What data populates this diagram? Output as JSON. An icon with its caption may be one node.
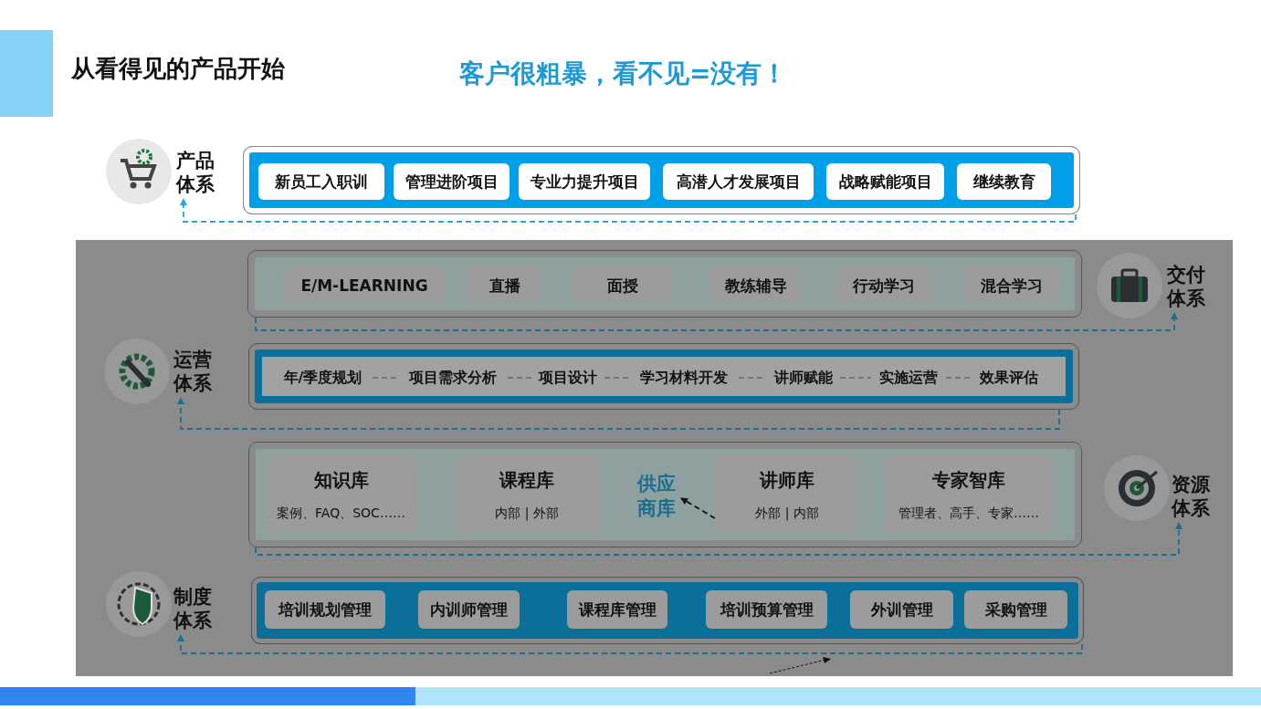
{
  "diagram": {
    "title": "从看得见的产品开始",
    "nodes": [
      {
        "text": [
          "产品体系"
        ]
      },
      {
        "text": [],
        "shape": "box"
      },
      {
        "text": [
          "新员工入职训"
        ],
        "in": 1
      },
      {
        "text": [
          "管理进阶项目"
        ],
        "in": 1
      },
      {
        "text": [
          "专业力提升项目"
        ],
        "in": 1
      },
      {
        "text": [
          "高潜人才发展项目"
        ],
        "in": 1
      },
      {
        "text": [
          "战略赋能项目"
        ],
        "in": 1
      },
      {
        "text": [
          "继续教育"
        ],
        "in": 1
      },
      {
        "text": [
          "交付体系"
        ]
      },
      {
        "text": [],
        "shape": "box"
      },
      {
        "text": [
          "E/M-LEARNING"
        ],
        "in": 9
      },
      {
        "text": [
          "直播"
        ],
        "in": 9
      },
      {
        "text": [
          "面授"
        ],
        "in": 9
      },
      {
        "text": [
          "教练辅导"
        ],
        "in": 9
      },
      {
        "text": [
          "行动学习"
        ],
        "in": 9
      },
      {
        "text": [
          "混合学习"
        ],
        "in": 9
      },
      {
        "text": [
          "运营体系"
        ]
      },
      {
        "text": [],
        "shape": "box"
      },
      {
        "text": [
          "年/季度规划"
        ],
        "in": 17
      },
      {
        "text": [
          "项目需求分析"
        ],
        "in": 17
      },
      {
        "text": [
          "项目设计"
        ],
        "in": 17
      },
      {
        "text": [
          "学习材料开发"
        ],
        "in": 17
      },
      {
        "text": [
          "讲师赋能"
        ],
        "in": 17
      },
      {
        "text": [
          "实施运营"
        ],
        "in": 17
      },
      {
        "text": [
          "效果评估"
        ],
        "in": 17
      },
      {
        "text": [
          "资源体系"
        ]
      },
      {
        "text": [],
        "shape": "box"
      },
      {
        "text": [
          "知识库",
          "案例、FAQ、SOC……"
        ],
        "in": 26
      },
      {
        "text": [
          "课程库",
          "内部 | 外部"
        ],
        "in": 26
      },
      {
        "text": [
          "供应商库"
        ],
        "in": 26
      },
      {
        "text": [
          "讲师库",
          "外部 | 内部"
        ],
        "in": 26
      },
      {
        "text": [
          "专家智库",
          "管理者、高手、专家……"
        ],
        "in": 26
      },
      {
        "text": [
          "制度体系"
        ]
      },
      {
        "text": [],
        "shape": "box"
      },
      {
        "text": [
          "培训规划管理"
        ],
        "in": 33
      },
      {
        "text": [
          "内训师管理"
        ],
        "in": 33
      },
      {
        "text": [
          "课程库管理"
        ],
        "in": 33
      },
      {
        "text": [
          "培训预算管理"
        ],
        "in": 33
      },
      {
        "text": [
          "外训管理"
        ],
        "in": 33
      },
      {
        "text": [
          "采购管理"
        ],
        "in": 33
      }
    ],
    "edges": [
      {
        "from": 1,
        "to": 0,
        "arrow": "to",
        "style": "dashed",
        "color": "#29a3dc"
      },
      {
        "from": 9,
        "to": 8,
        "arrow": "to",
        "style": "dashed",
        "color": "#1b6e92"
      },
      {
        "from": 17,
        "to": 16,
        "arrow": "to",
        "style": "dashed",
        "color": "#1b6e92"
      },
      {
        "from": 18,
        "to": 19,
        "arrow": "none",
        "style": "dashed"
      },
      {
        "from": 19,
        "to": 20,
        "arrow": "none",
        "style": "dashed"
      },
      {
        "from": 20,
        "to": 21,
        "arrow": "none",
        "style": "dashed"
      },
      {
        "from": 21,
        "to": 22,
        "arrow": "none",
        "style": "dashed"
      },
      {
        "from": 22,
        "to": 23,
        "arrow": "none",
        "style": "dashed"
      },
      {
        "from": 23,
        "to": 24,
        "arrow": "none",
        "style": "dashed"
      },
      {
        "from": 26,
        "to": 25,
        "arrow": "to",
        "style": "dashed",
        "color": "#1b6e92"
      },
      {
        "from": 30,
        "to": 29,
        "arrow": "to",
        "style": "dashed",
        "color": "#111111"
      },
      {
        "from": 33,
        "to": 32,
        "arrow": "to",
        "style": "dashed",
        "color": "#1b6e92"
      }
    ],
    "labels": [
      "客户很粗暴，看不见=没有！"
    ]
  }
}
